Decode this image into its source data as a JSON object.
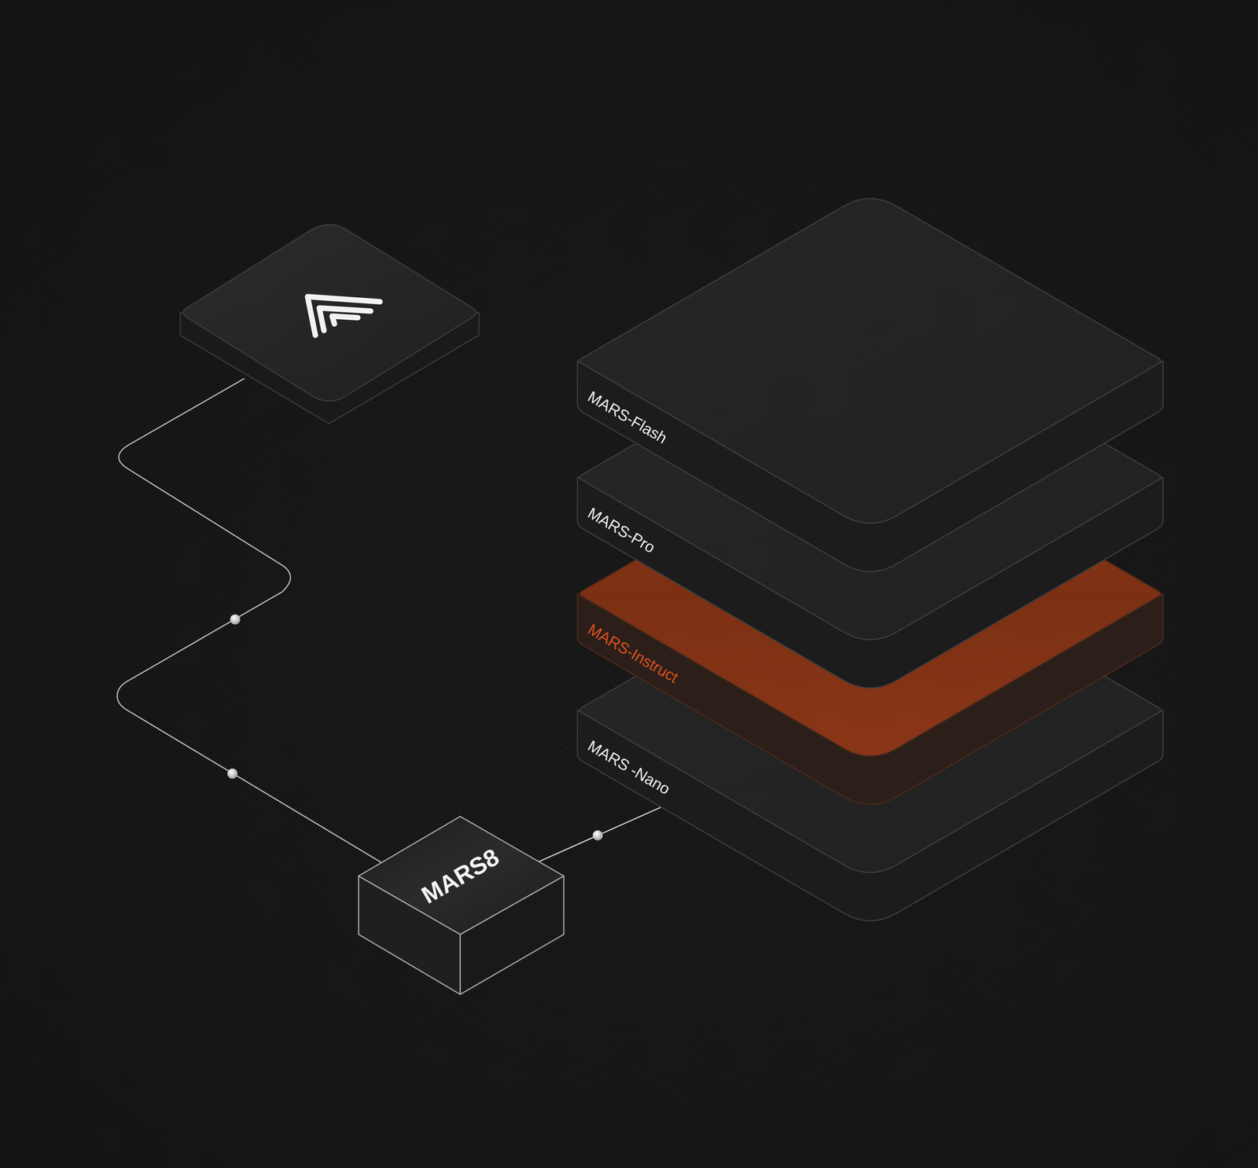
{
  "diagram": {
    "nodes": [
      {
        "text": [
          "MARS-Flash"
        ]
      },
      {
        "text": [
          "MARS-Pro"
        ]
      },
      {
        "text": [
          "MARS-Instruct"
        ]
      },
      {
        "text": [
          "MARS -Nano"
        ]
      },
      {
        "text": [
          "MARS8"
        ]
      }
    ],
    "edges": [
      {
        "from": 4,
        "to": 3,
        "arrow": "none"
      }
    ]
  }
}
